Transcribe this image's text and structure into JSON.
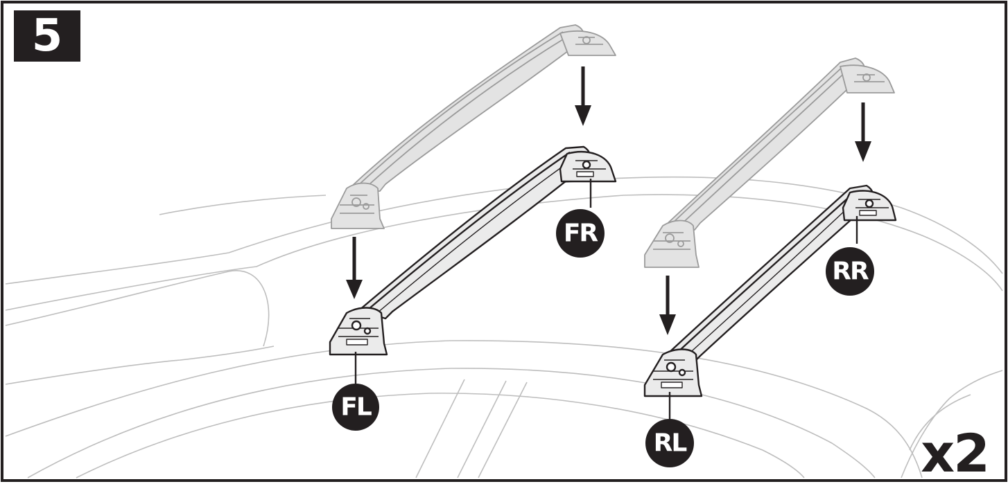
{
  "step_number": "5",
  "quantity_label": "x2",
  "callouts": {
    "front_left": "FL",
    "front_right": "FR",
    "rear_left": "RL",
    "rear_right": "RR"
  },
  "colors": {
    "ink": "#231f20",
    "bar_fill": "#ebebeb",
    "ghost_bar_fill": "#e3e3e3",
    "ghost_outline": "#9a9a9a",
    "car_outline": "#bdbdbd",
    "background": "#ffffff"
  }
}
